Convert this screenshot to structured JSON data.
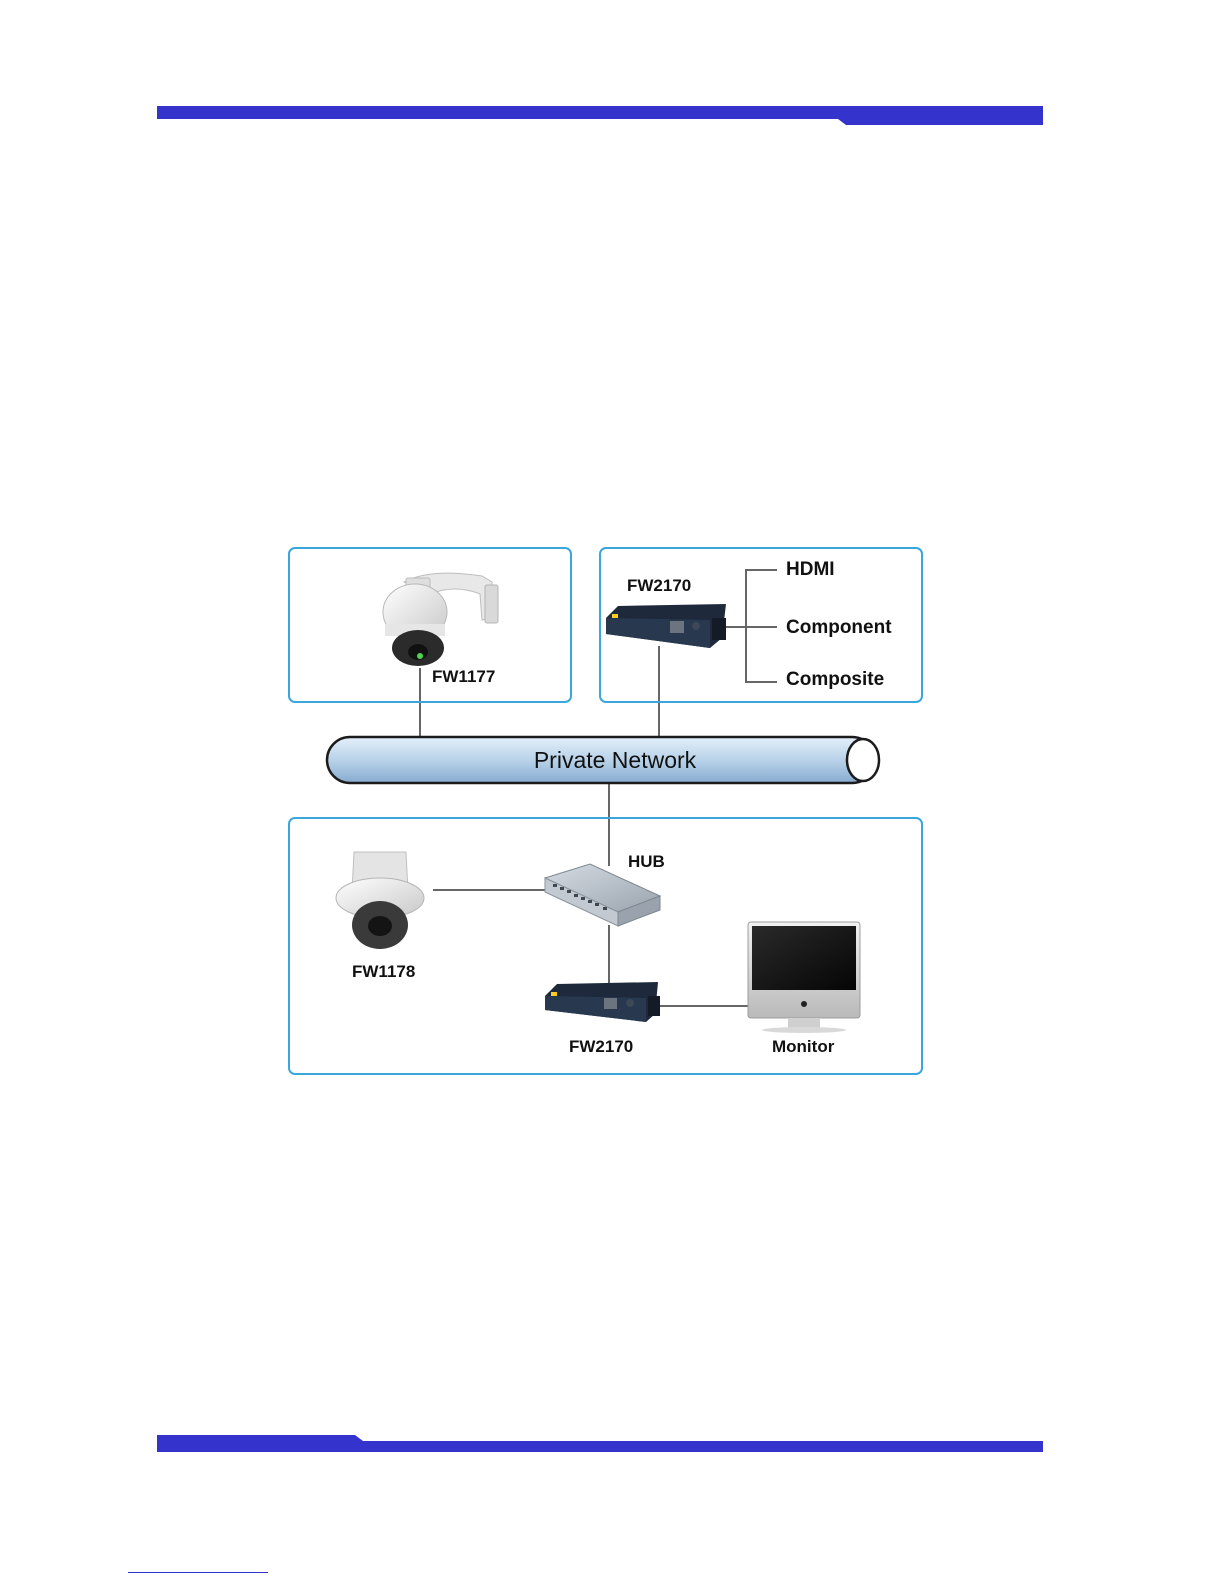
{
  "colors": {
    "brand_bar": "#3434cc",
    "box_border": "#3aa6dc",
    "pipe_fill_top": "#dcebf7",
    "pipe_fill_bottom": "#8fb4d6",
    "connector": "#666666"
  },
  "diagram": {
    "top_right": {
      "device_label": "FW2170",
      "outputs": [
        "HDMI",
        "Component",
        "Composite"
      ]
    },
    "top_left": {
      "camera_label": "FW1177"
    },
    "network": {
      "label": "Private Network"
    },
    "bottom": {
      "hub_label": "HUB",
      "camera_label": "FW1178",
      "decoder_label": "FW2170",
      "monitor_label": "Monitor"
    }
  }
}
